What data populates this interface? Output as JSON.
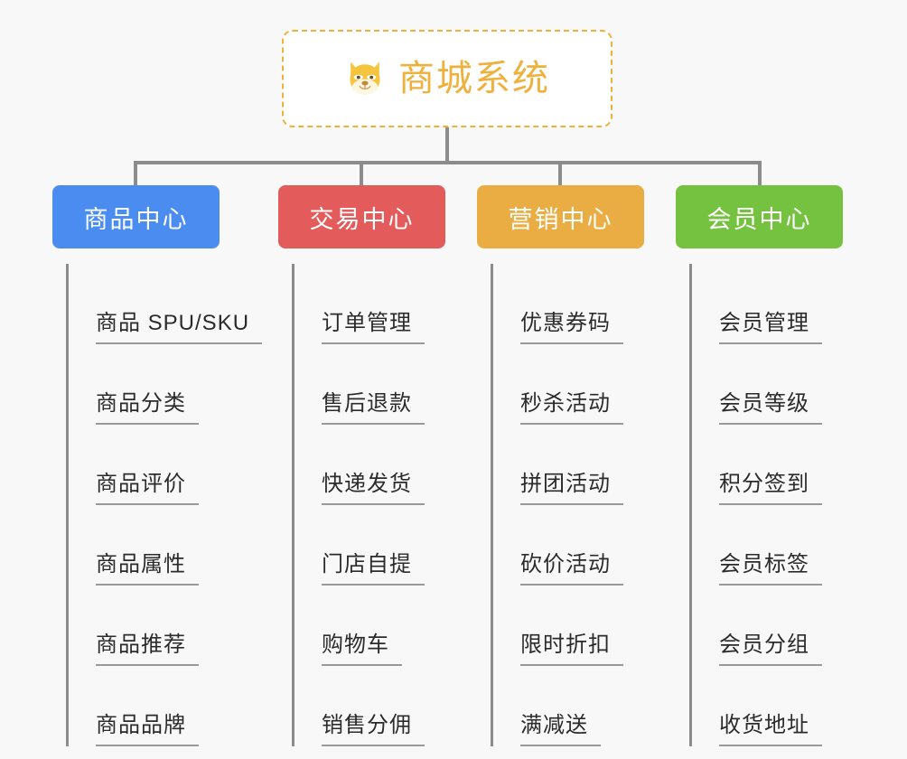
{
  "diagram": {
    "type": "organization-tree",
    "background_color": "#f8f8f8",
    "connector_color": "#8c8c8c",
    "root": {
      "title": "商城系统",
      "icon": "dog-face-emoji",
      "text_color": "#efb03c",
      "border_color": "#efb03c",
      "background_color": "#ffffff"
    },
    "branches": [
      {
        "title": "商品中心",
        "color": "#4a8cf0",
        "items": [
          "商品 SPU/SKU",
          "商品分类",
          "商品评价",
          "商品属性",
          "商品推荐",
          "商品品牌"
        ]
      },
      {
        "title": "交易中心",
        "color": "#e35b5b",
        "items": [
          "订单管理",
          "售后退款",
          "快递发货",
          "门店自提",
          "购物车",
          "销售分佣"
        ]
      },
      {
        "title": "营销中心",
        "color": "#eaad43",
        "items": [
          "优惠券码",
          "秒杀活动",
          "拼团活动",
          "砍价活动",
          "限时折扣",
          "满减送"
        ]
      },
      {
        "title": "会员中心",
        "color": "#74c23f",
        "items": [
          "会员管理",
          "会员等级",
          "积分签到",
          "会员标签",
          "会员分组",
          "收货地址"
        ]
      }
    ]
  }
}
